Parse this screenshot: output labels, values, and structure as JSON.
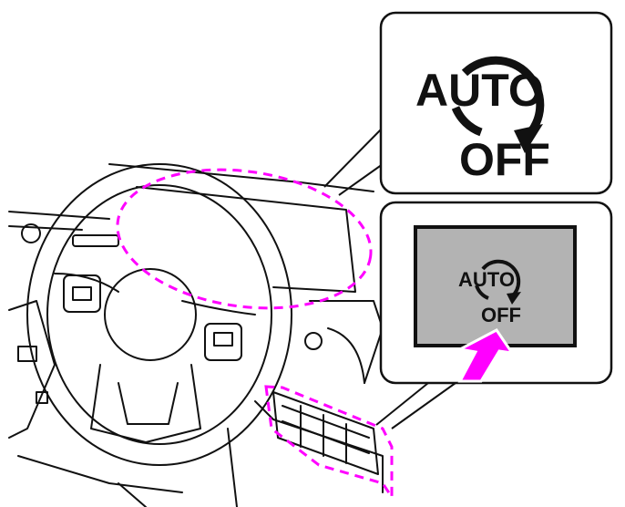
{
  "callout_large": {
    "line1": "AUTO",
    "line2": "OFF"
  },
  "callout_small": {
    "line1": "AUTO",
    "line2": "OFF"
  },
  "colors": {
    "highlight": "#ff00ff",
    "button_face": "#b3b3b3",
    "line": "#111111"
  }
}
